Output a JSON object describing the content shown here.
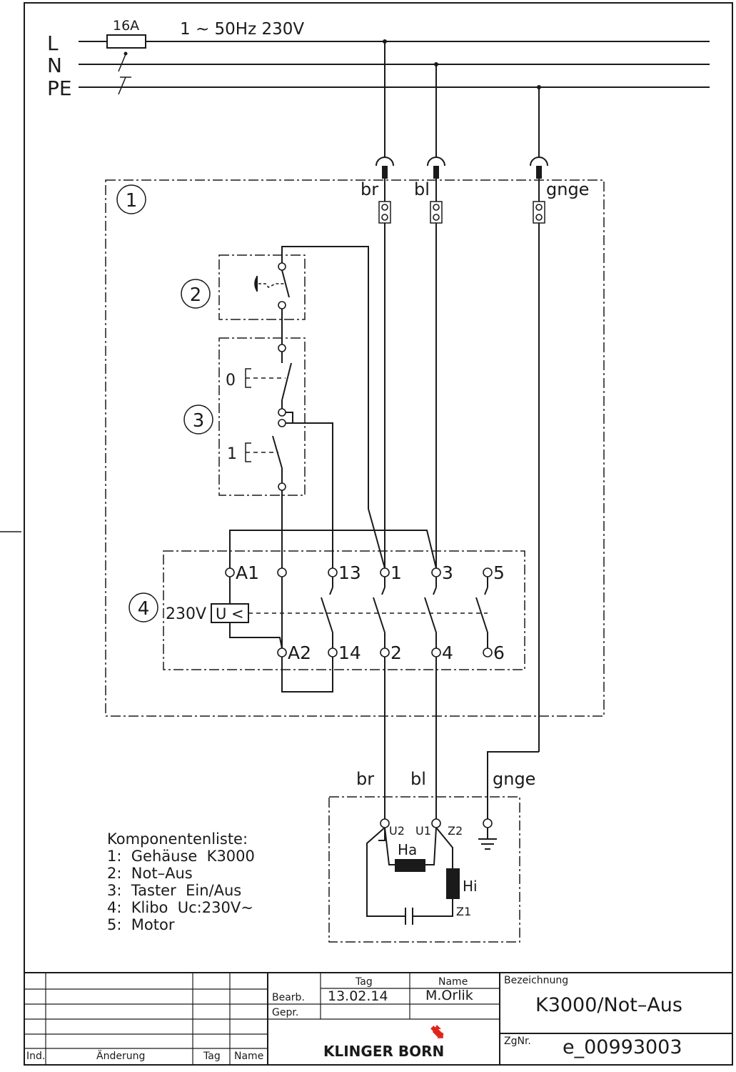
{
  "supply": {
    "fuse": "16A",
    "spec": "1 ∼ 50Hz  230V",
    "line_L": "L",
    "line_N": "N",
    "line_PE": "PE"
  },
  "modules": {
    "m1": "1",
    "m2": "2",
    "m3": "3",
    "m4": "4"
  },
  "wires_top": {
    "br": "br",
    "bl": "bl",
    "gnge": "gnge"
  },
  "wires_bottom": {
    "br": "br",
    "bl": "bl",
    "gnge": "gnge"
  },
  "switch": {
    "pos0": "0",
    "pos1": "1"
  },
  "relay": {
    "coil_voltage": "230V",
    "coil_symbol": "U <",
    "A1": "A1",
    "A2": "A2",
    "t13": "13",
    "t14": "14",
    "t1": "1",
    "t2": "2",
    "t3": "3",
    "t4": "4",
    "t5": "5",
    "t6": "6"
  },
  "motor": {
    "U2": "U2",
    "U1": "U1",
    "Z2": "Z2",
    "Z1": "Z1",
    "Ha": "Ha",
    "Hi": "Hi"
  },
  "components": {
    "heading": "Komponentenliste:",
    "items": [
      "1:  Gehäuse  K3000",
      "2:  Not–Aus",
      "3:  Taster  Ein/Aus",
      "4:  Klibo  Uc:230V~",
      "5:  Motor"
    ]
  },
  "title_block": {
    "col_tag": "Tag",
    "col_name": "Name",
    "row_bearb": "Bearb.",
    "row_gepr": "Gepr.",
    "date": "13.02.14",
    "author": "M.Orlik",
    "bezeichnung_label": "Bezeichnung",
    "bezeichnung": "K3000/Not–Aus",
    "zgnr_label": "ZgNr.",
    "zgnr": "e_00993003",
    "ind": "Ind.",
    "aenderung": "Änderung",
    "foot_tag": "Tag",
    "foot_name": "Name",
    "brand": "KLINGER BORN",
    "brand_color": "#e0241b"
  }
}
